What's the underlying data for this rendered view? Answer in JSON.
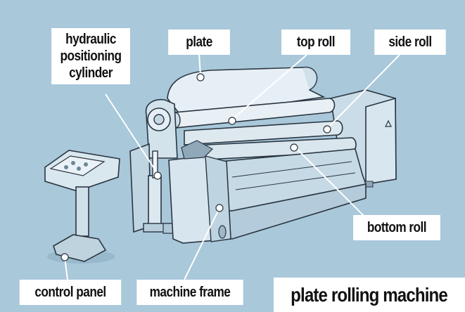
{
  "title": "plate rolling machine",
  "labels": {
    "hydraulic_line1": "hydraulic",
    "hydraulic_line2": "positioning",
    "hydraulic_line3": "cylinder",
    "plate": "plate",
    "top_roll": "top roll",
    "side_roll": "side roll",
    "bottom_roll": "bottom roll",
    "control_panel": "control panel",
    "machine_frame": "machine frame"
  },
  "colors": {
    "background": "#a9c8da",
    "label_background": "#ffffff",
    "machine_fill": "#d6e5ee",
    "machine_shadow": "#b7cfdd",
    "outline": "#2a3540"
  }
}
